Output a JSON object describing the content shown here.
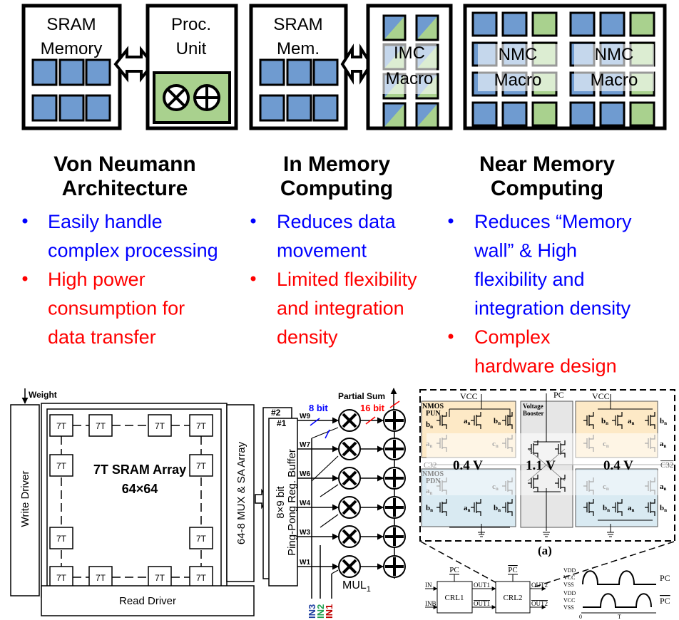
{
  "colors": {
    "memory_blue": "#6f9bd0",
    "compute_green": "#a9d18e",
    "pro_text": "#0000ff",
    "con_text": "#ff0000",
    "pun_fill": "#fde9c6",
    "pdn_fill": "#d9eaf2",
    "booster_fill": "#e6e6e6"
  },
  "top": {
    "sram_memory": [
      "SRAM",
      "Memory"
    ],
    "proc_unit": [
      "Proc.",
      "Unit"
    ],
    "sram_mem": [
      "SRAM",
      "Mem."
    ],
    "imc_macro": [
      "IMC",
      "Macro"
    ],
    "nmc_macro": [
      "NMC",
      "Macro"
    ]
  },
  "columns": [
    {
      "heading": [
        "Von Neumann",
        "Architecture"
      ],
      "pros": [
        "Easily handle",
        "complex processing"
      ],
      "cons": [
        "High power",
        "consumption  for",
        "data transfer"
      ]
    },
    {
      "heading": [
        "In Memory",
        "Computing"
      ],
      "pros": [
        "Reduces data",
        "movement"
      ],
      "cons": [
        "Limited flexibility",
        "and integration",
        "density"
      ]
    },
    {
      "heading": [
        "Near Memory",
        "Computing"
      ],
      "pros": [
        "Reduces “Memory",
        "wall” & High",
        "flexibility and",
        "integration density"
      ],
      "cons": [
        "Complex",
        "hardware design"
      ]
    }
  ],
  "sram": {
    "weight": "Weight",
    "write_driver": "Write Driver",
    "cell": "7T",
    "array_title": "7T SRAM Array",
    "array_size": "64×64",
    "mux": "64-8 MUX & SA Array",
    "read_driver": "Read Driver"
  },
  "mac": {
    "buffer2": "#2",
    "buffer1": "#1",
    "buffer_line1": "8×9 bit",
    "buffer_line2": "Ping-Pong Reg. Buffer",
    "weights": [
      "W9",
      "W7",
      "W6",
      "W4",
      "W3",
      "W1"
    ],
    "partial_sum": "Partial Sum",
    "bits8": "8 bit",
    "bits16": "16 bit",
    "mul": "MUL",
    "mul_sub": "1",
    "inputs": [
      {
        "label": "IN3",
        "color": "#1f3fa0"
      },
      {
        "label": "IN2",
        "color": "#1fa050"
      },
      {
        "label": "IN1",
        "color": "#c00000"
      }
    ]
  },
  "crl": {
    "vcc": "VCC",
    "pc": "PC",
    "nmos_pun": [
      "NMOS",
      "PUN"
    ],
    "nmos_pdn": [
      "NMOS",
      "PDN"
    ],
    "booster": [
      "Voltage",
      "Booster"
    ],
    "v_low": "0.4 V",
    "v_high": "1.1 V",
    "c32": "C32",
    "caption": "(a)",
    "an": "a",
    "bn": "b",
    "cn": "c",
    "sub": "n",
    "crl1": "CRL1",
    "crl2": "CRL2",
    "in": "IN",
    "inb": "INB",
    "out1": "OUT1",
    "out2": "OUT2",
    "vdd": "VDD",
    "vss": "VSS",
    "t0": "0",
    "t": "T"
  }
}
